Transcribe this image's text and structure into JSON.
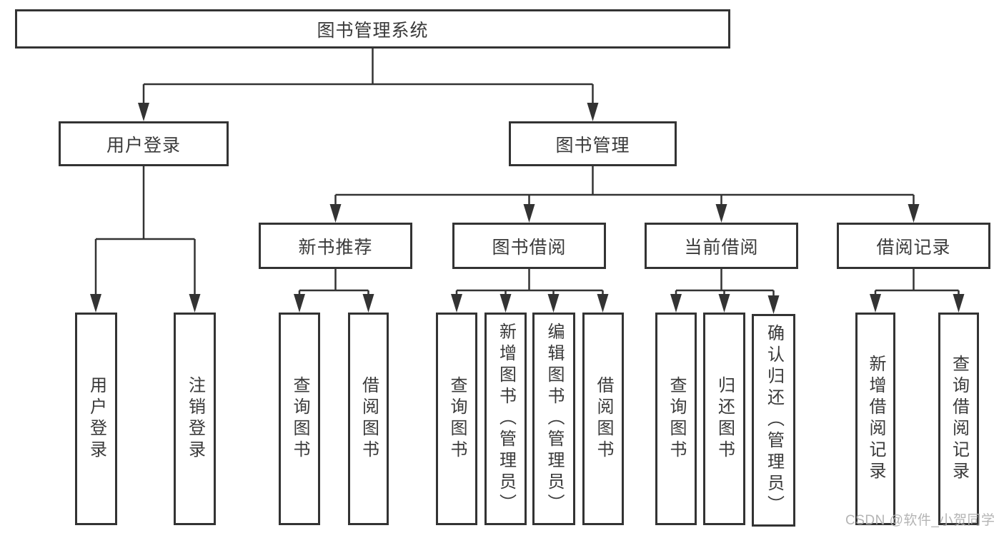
{
  "nodes": {
    "root": "图书管理系统",
    "user_login": "用户登录",
    "book_management": "图书管理",
    "new_book_recommend": "新书推荐",
    "book_borrowing": "图书借阅",
    "current_borrowing": "当前借阅",
    "borrowing_records": "借阅记录",
    "leaf_user_login": "用户登录",
    "leaf_logout": "注销登录",
    "leaf_recommend_query_book": "查询图书",
    "leaf_recommend_borrow_book": "借阅图书",
    "leaf_borrowing_query_book": "查询图书",
    "leaf_borrowing_add_book": "新增图书（管理员）",
    "leaf_borrowing_edit_book": "编辑图书（管理员）",
    "leaf_borrowing_borrow_book": "借阅图书",
    "leaf_current_query_book": "查询图书",
    "leaf_current_return_book": "归还图书",
    "leaf_current_confirm_return": "确认归还（管理员）",
    "leaf_records_add_record": "新增借阅记录",
    "leaf_records_query_record": "查询借阅记录"
  },
  "watermark": "CSDN @软件_小贺同学",
  "colors": {
    "line": "#333333",
    "text": "#3a3a3a",
    "watermark": "#b0b0b0",
    "background": "#ffffff"
  }
}
